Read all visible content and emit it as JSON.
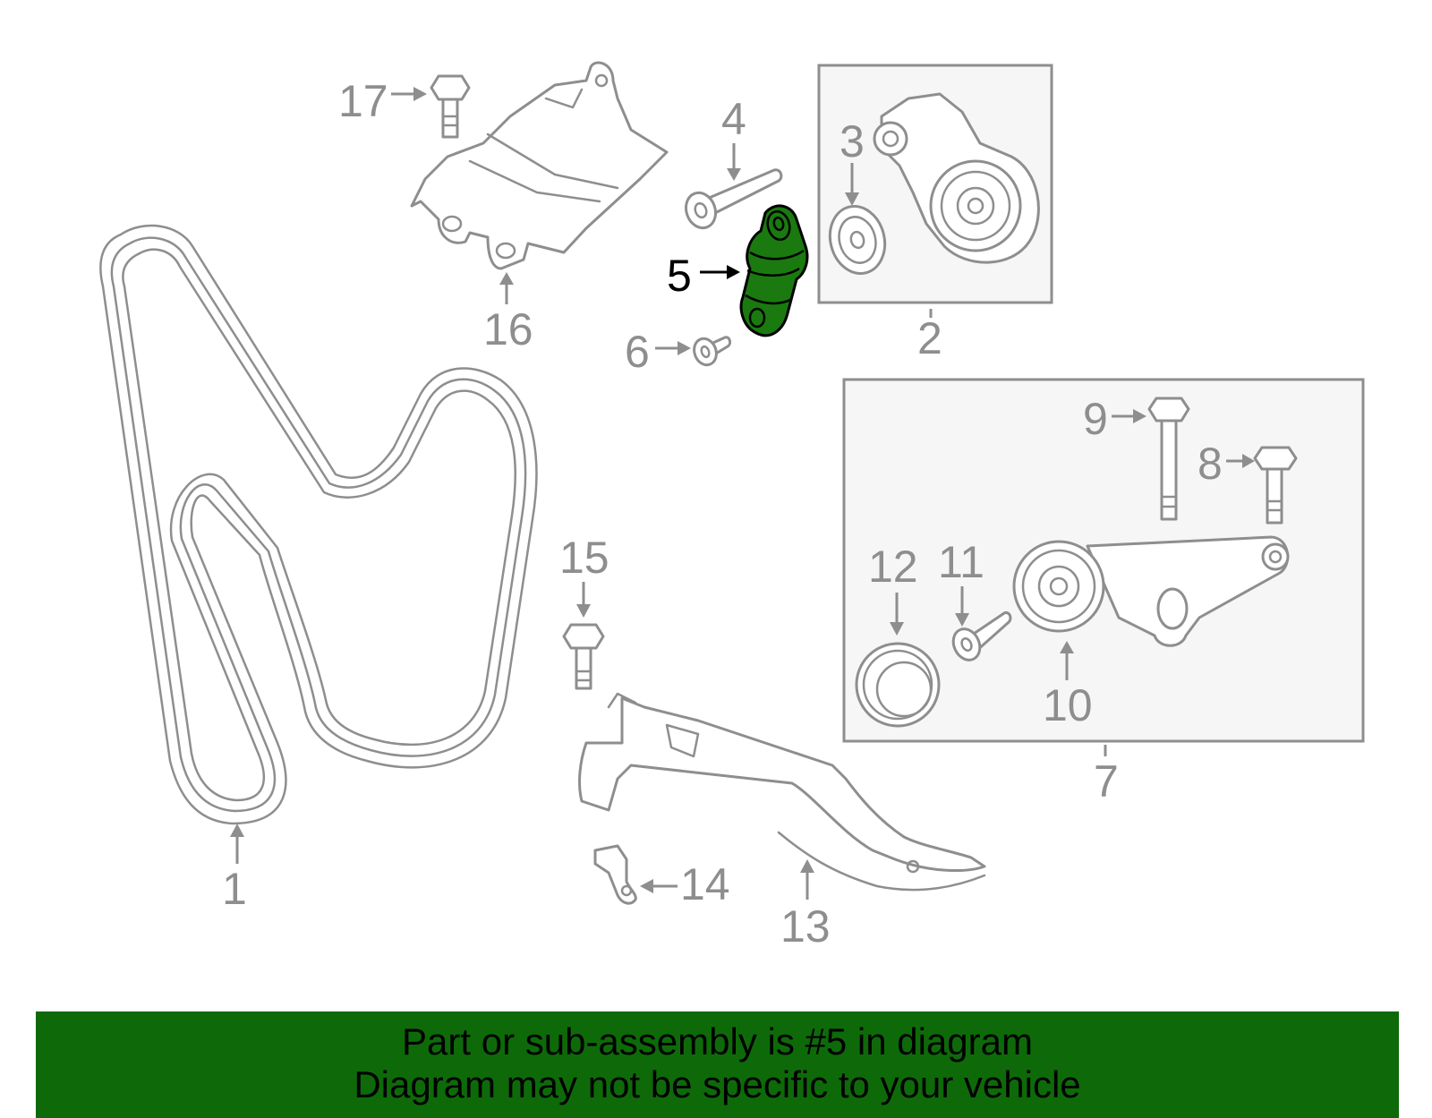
{
  "callouts": {
    "c1": "1",
    "c2": "2",
    "c3": "3",
    "c4": "4",
    "c5": "5",
    "c6": "6",
    "c7": "7",
    "c8": "8",
    "c9": "9",
    "c10": "10",
    "c11": "11",
    "c12": "12",
    "c13": "13",
    "c14": "14",
    "c15": "15",
    "c16": "16",
    "c17": "17"
  },
  "highlighted_part": "5",
  "colors": {
    "highlight_fill": "#1a7a0f",
    "banner_background": "#0e6a09",
    "line_gray": "#8e8e8e"
  },
  "banner": {
    "line1": "Part or sub-assembly is #5 in diagram",
    "line2": "Diagram may not be specific to your vehicle"
  }
}
